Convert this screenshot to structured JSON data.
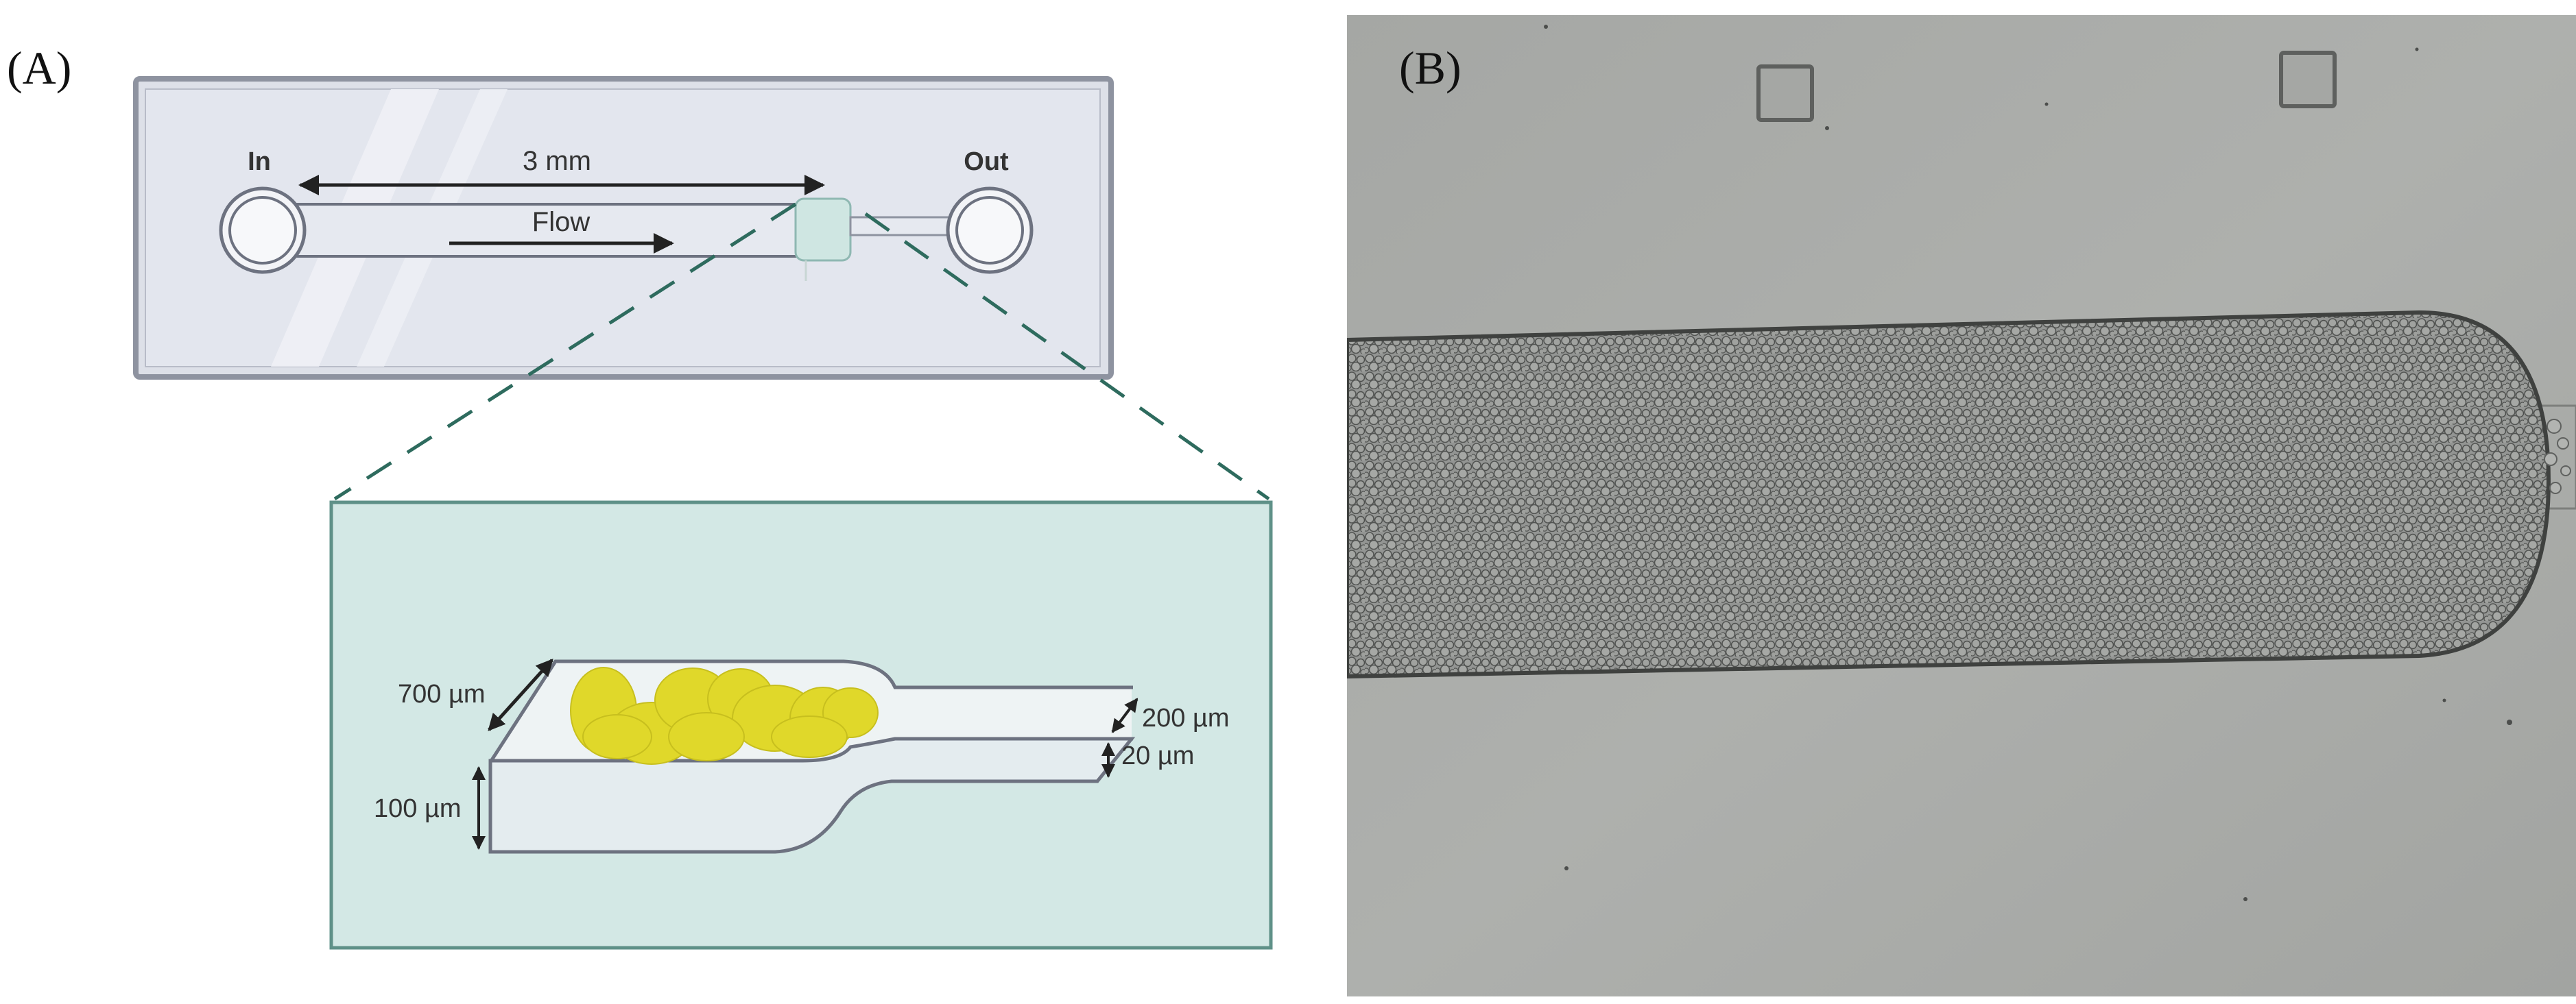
{
  "panels": {
    "a": {
      "label": "(A)",
      "chip": {
        "inlet_label": "In",
        "outlet_label": "Out",
        "length_label": "3 mm",
        "flow_label": "Flow"
      },
      "detail": {
        "width_label": "700 µm",
        "height_label": "100 µm",
        "outlet_width_label": "200 µm",
        "outlet_height_label": "20 µm",
        "droplet_color": "#e0d82a",
        "background_color": "#d3e8e5"
      }
    },
    "b": {
      "label": "(B)"
    }
  }
}
